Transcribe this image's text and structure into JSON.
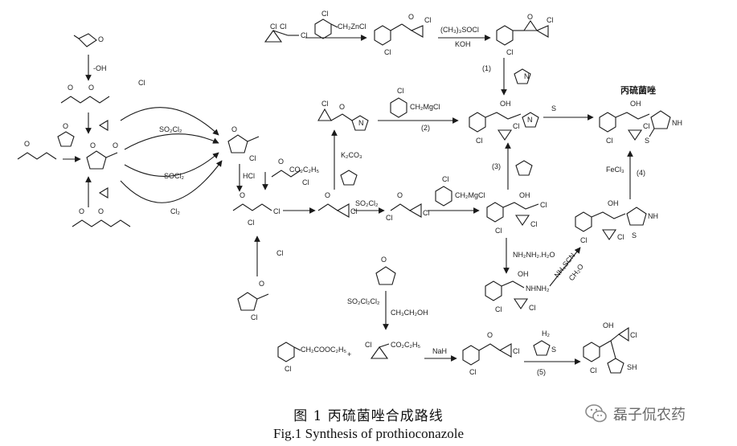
{
  "figure": {
    "caption_cn": "图 1 丙硫菌唑合成路线",
    "caption_en": "Fig.1 Synthesis of prothioconazole",
    "watermark": "磊子侃农药",
    "target_label": "丙硫菌唑"
  },
  "reagents": {
    "r_acyl": "Cl",
    "r_zn": "CH₂ZnCl",
    "r_sulfox": "(CH₃)₃SOCl",
    "r_koh": "KOH",
    "r_oh": "-OH",
    "r_tri": "Cl",
    "r_so2cl2_a": "SO₂Cl₂",
    "r_socl2": "SOCl₂",
    "r_cl2": "Cl₂",
    "r_hcl": "HCl",
    "r_co2et": "CO₂C₂H₅",
    "r_k2co3": "K₂CO₃",
    "r_so2cl2_b": "SO₂Cl₂",
    "r_mgcl_a": "CH₂MgCl",
    "r_mgcl_b": "CH₂MgCl",
    "r_s": "S",
    "r_fecl3": "FeCl₃",
    "r_hydrazine": "NH₂NH₂.H₂O",
    "r_nh4scn": "NH₄SCN",
    "r_ch2o": "CH₂O",
    "r_so2cl2_c": "SO₂Cl₂Cl₂",
    "r_ch3ch2oh": "CH₃CH₂OH",
    "r_nah": "NaH",
    "r_ester": "CH₂COOC₂H₅",
    "r_ester2": "CO₂C₂H₅",
    "plus": "+",
    "r_thiadiazole": "H₂",
    "r_sh": "SH",
    "nh": "NH",
    "nhnh2": "NHNH₂",
    "cl": "Cl",
    "oh": "OH",
    "n": "N",
    "s_atom": "S",
    "o_atom": "O"
  },
  "steps": {
    "s1": "(1)",
    "s2": "(2)",
    "s3": "(3)",
    "s4": "(4)",
    "s5": "(5)"
  }
}
